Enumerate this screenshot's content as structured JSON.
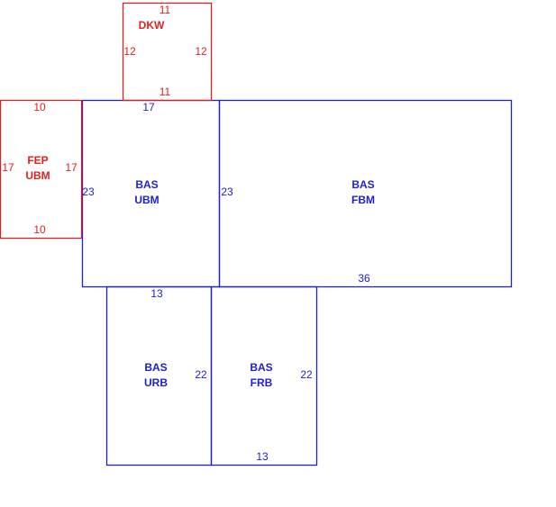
{
  "colors": {
    "red": "#e02020",
    "blue": "#2020d0"
  },
  "areas": [
    {
      "id": "dkw",
      "color": "red",
      "name": [
        "DKW"
      ],
      "dims": {
        "top": "11",
        "left": "12",
        "right": "12",
        "bottom": "11"
      }
    },
    {
      "id": "fep-ubm",
      "color": "red",
      "name": [
        "FEP",
        "UBM"
      ],
      "dims": {
        "top": "10",
        "left": "17",
        "right": "17",
        "bottom": "10"
      }
    },
    {
      "id": "bas-ubm",
      "color": "blue",
      "name": [
        "BAS",
        "UBM"
      ],
      "dims": {
        "top": "17",
        "left": "23"
      }
    },
    {
      "id": "bas-fbm",
      "color": "blue",
      "name": [
        "BAS",
        "FBM"
      ],
      "dims": {
        "left": "23",
        "bottom": "36"
      }
    },
    {
      "id": "bas-urb",
      "color": "blue",
      "name": [
        "BAS",
        "URB"
      ],
      "dims": {
        "top": "13",
        "right": "22"
      }
    },
    {
      "id": "bas-frb",
      "color": "blue",
      "name": [
        "BAS",
        "FRB"
      ],
      "dims": {
        "right": "22",
        "bottom": "13"
      }
    }
  ]
}
